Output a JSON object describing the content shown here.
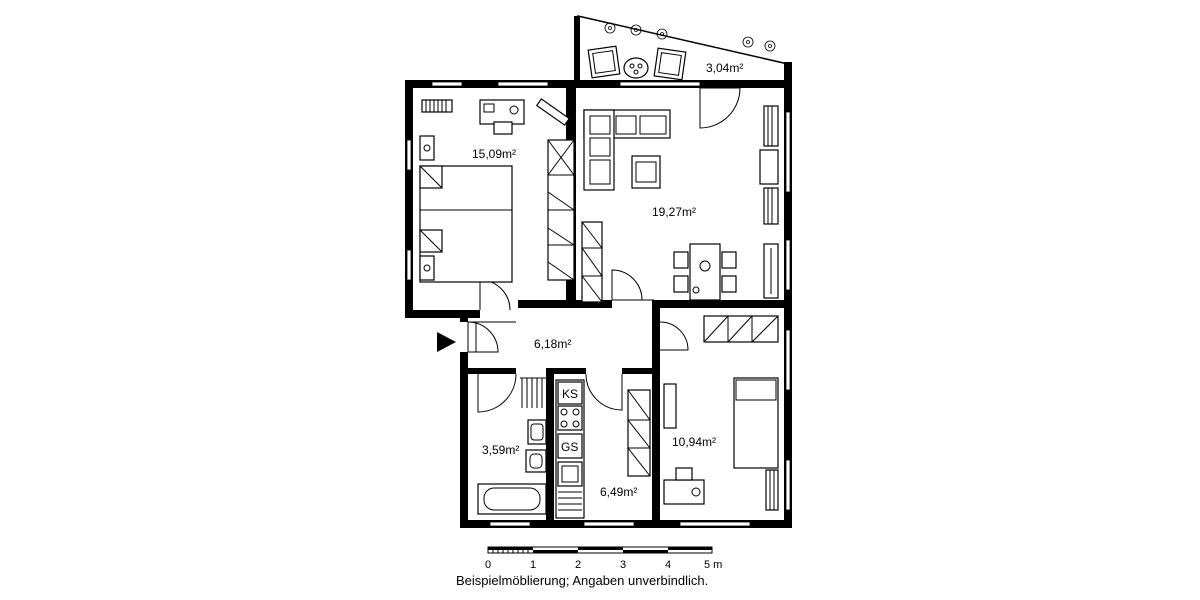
{
  "rooms": {
    "balcony_area": "3,04m²",
    "bedroom_area": "15,09m²",
    "living_area": "19,27m²",
    "hall_area": "6,18m²",
    "bath_area": "3,59m²",
    "kitchen_area": "6,49m²",
    "room_area": "10,94m²"
  },
  "appliances": {
    "fridge": "KS",
    "dishwasher": "GS"
  },
  "scale": {
    "ticks": [
      "0",
      "1",
      "2",
      "3",
      "4",
      "5 m"
    ]
  },
  "note": "Beispielmöblierung; Angaben unverbindlich."
}
